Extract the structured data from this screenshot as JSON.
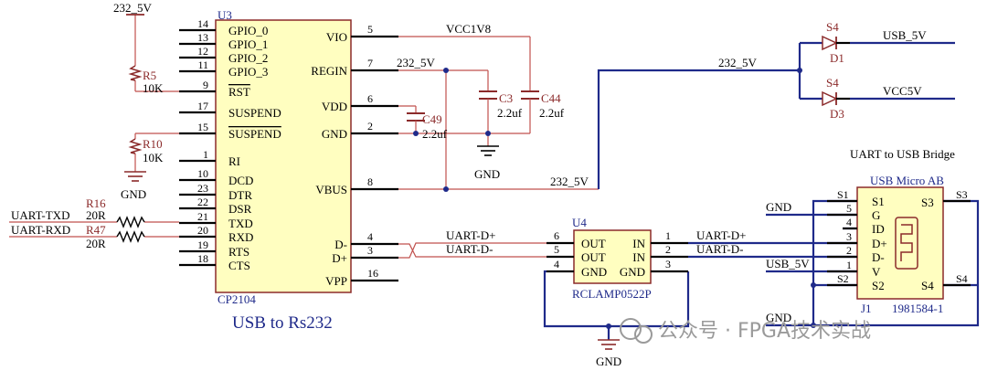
{
  "u3": {
    "ref": "U3",
    "part": "CP2104",
    "left_pins": [
      {
        "num": "14",
        "name": "GPIO_0"
      },
      {
        "num": "13",
        "name": "GPIO_1"
      },
      {
        "num": "12",
        "name": "GPIO_2"
      },
      {
        "num": "11",
        "name": "GPIO_3"
      },
      {
        "num": "9",
        "name": "RST"
      },
      {
        "num": "17",
        "name": "SUSPEND"
      },
      {
        "num": "15",
        "name": "SUSPEND"
      },
      {
        "num": "1",
        "name": "RI"
      },
      {
        "num": "10",
        "name": "DCD"
      },
      {
        "num": "23",
        "name": "DTR"
      },
      {
        "num": "22",
        "name": "DSR"
      },
      {
        "num": "21",
        "name": "TXD"
      },
      {
        "num": "20",
        "name": "RXD"
      },
      {
        "num": "19",
        "name": "RTS"
      },
      {
        "num": "18",
        "name": "CTS"
      }
    ],
    "right_pins": [
      {
        "num": "5",
        "name": "VIO"
      },
      {
        "num": "7",
        "name": "REGIN"
      },
      {
        "num": "6",
        "name": "VDD"
      },
      {
        "num": "2",
        "name": "GND"
      },
      {
        "num": "8",
        "name": "VBUS"
      },
      {
        "num": "4",
        "name": "D-"
      },
      {
        "num": "3",
        "name": "D+"
      },
      {
        "num": "16",
        "name": "VPP"
      }
    ]
  },
  "u4": {
    "ref": "U4",
    "part": "RCLAMP0522P",
    "left_pins": [
      {
        "num": "6",
        "name": "OUT"
      },
      {
        "num": "5",
        "name": "OUT"
      },
      {
        "num": "4",
        "name": "GND"
      }
    ],
    "right_pins": [
      {
        "num": "1",
        "name": "IN"
      },
      {
        "num": "2",
        "name": "IN"
      },
      {
        "num": "3",
        "name": "GND"
      }
    ]
  },
  "j1": {
    "ref": "J1",
    "part": "1981584-1",
    "title": "USB Micro AB",
    "left_names": [
      "S1",
      "G",
      "ID",
      "D+",
      "D-",
      "V",
      "S2"
    ],
    "left_nums": [
      "5",
      "4",
      "3",
      "2",
      "1"
    ],
    "side_labels": {
      "s1": "S1",
      "s2": "S2",
      "s3": "S3",
      "s4": "S4"
    },
    "right_names": {
      "s3": "S3",
      "s4": "S4"
    }
  },
  "parts": {
    "r5": {
      "ref": "R5",
      "value": "10K"
    },
    "r10": {
      "ref": "R10",
      "value": "10K"
    },
    "r16": {
      "ref": "R16",
      "value": "20R"
    },
    "r47": {
      "ref": "R47",
      "value": "20R"
    },
    "c3": {
      "ref": "C3",
      "value": "2.2uf"
    },
    "c44": {
      "ref": "C44",
      "value": "2.2uf"
    },
    "c49": {
      "ref": "C49",
      "value": "2.2uf"
    },
    "s4a": {
      "ref": "S4",
      "sub": "D1"
    },
    "s4b": {
      "ref": "S4",
      "sub": "D3"
    }
  },
  "nets": {
    "v232_top": "232_5V",
    "vcc1v8": "VCC1V8",
    "v232_regin": "232_5V",
    "v232_mid": "232_5V",
    "v232_vbus": "232_5V",
    "usb5v_top": "USB_5V",
    "vcc5v": "VCC5V",
    "gnd_r10": "GND",
    "gnd_caps": "GND",
    "gnd_u4": "GND",
    "gnd_conn_top": "GND",
    "gnd_conn_bot": "GND",
    "uart_txd": "UART-TXD",
    "uart_rxd": "UART-RXD",
    "uart_dp_left": "UART-D+",
    "uart_dm_left": "UART-D-",
    "uart_dp_right": "UART-D+",
    "uart_dm_right": "UART-D-",
    "usb5v_conn": "USB_5V"
  },
  "labels": {
    "title_left": "USB to Rs232",
    "title_right": "UART to USB Bridge",
    "watermark": "公众号 · FPGA技术实战"
  }
}
